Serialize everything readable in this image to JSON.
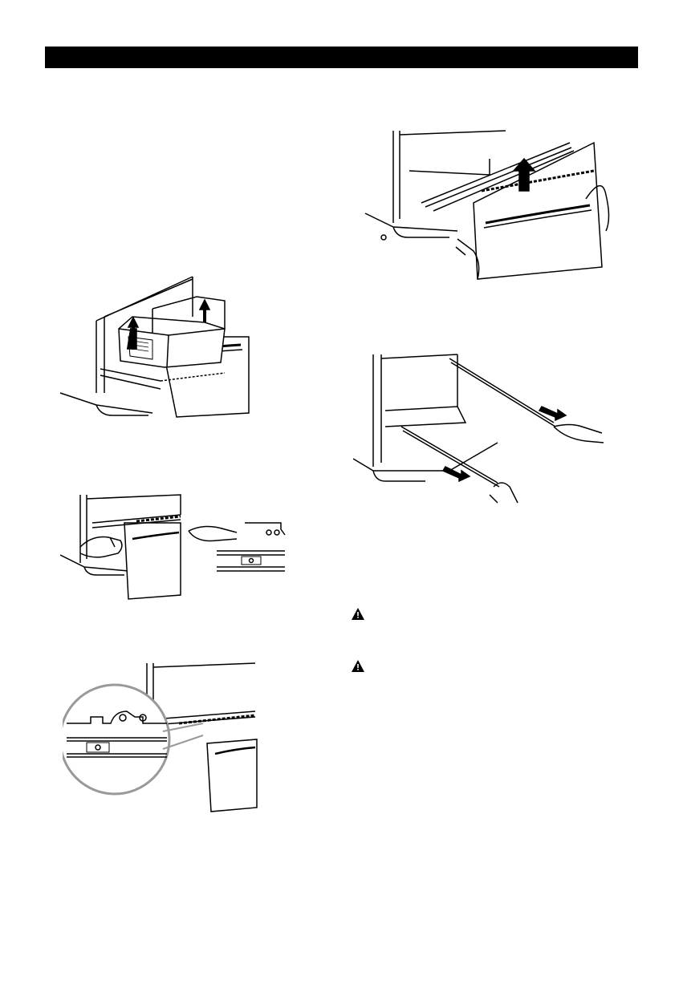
{
  "header_bar": {
    "color": "#000000"
  },
  "figures": {
    "basket_removal": {
      "icon": "drawer-basket-lift-illustration"
    },
    "rail_release": {
      "icon": "rail-release-hands-illustration"
    },
    "rail_detail": {
      "icon": "rail-detail-magnified-illustration"
    },
    "drawer_door_lift": {
      "icon": "drawer-door-lift-illustration"
    },
    "rails_push_in": {
      "icon": "rails-push-in-illustration"
    }
  },
  "warnings": [
    {
      "icon": "warning-triangle-icon"
    },
    {
      "icon": "warning-triangle-icon"
    }
  ]
}
